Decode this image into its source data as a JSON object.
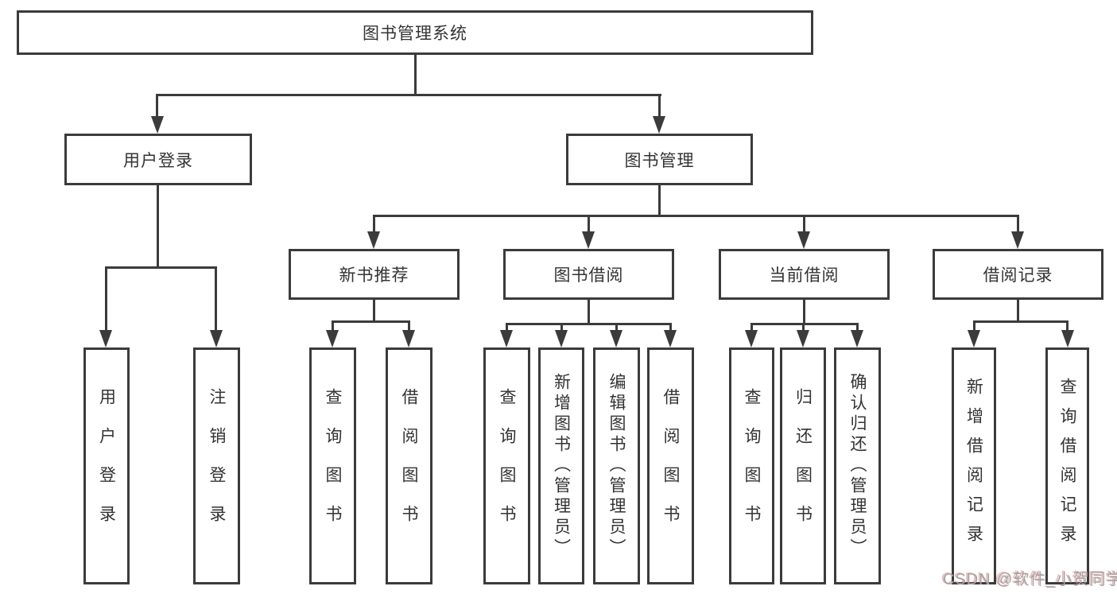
{
  "diagram": {
    "type": "hierarchy",
    "root": {
      "label": "图书管理系统"
    },
    "branches": [
      {
        "label": "用户登录",
        "children": [
          {
            "label": "用户登录"
          },
          {
            "label": "注销登录"
          }
        ]
      },
      {
        "label": "图书管理",
        "children": [
          {
            "label": "新书推荐",
            "children": [
              {
                "label": "查询图书"
              },
              {
                "label": "借阅图书"
              }
            ]
          },
          {
            "label": "图书借阅",
            "children": [
              {
                "label": "查询图书"
              },
              {
                "label": "新增图书（管理员）"
              },
              {
                "label": "编辑图书（管理员）"
              },
              {
                "label": "借阅图书"
              }
            ]
          },
          {
            "label": "当前借阅",
            "children": [
              {
                "label": "查询图书"
              },
              {
                "label": "归还图书"
              },
              {
                "label": "确认归还（管理员）"
              }
            ]
          },
          {
            "label": "借阅记录",
            "children": [
              {
                "label": "新增借阅记录"
              },
              {
                "label": "查询借阅记录"
              }
            ]
          }
        ]
      }
    ],
    "watermark": "CSDN @软件_小贺同学",
    "colors": {
      "line": "#3b3b3b",
      "text": "#333333",
      "background": "#ffffff",
      "watermark": "#a3a3a3"
    }
  }
}
